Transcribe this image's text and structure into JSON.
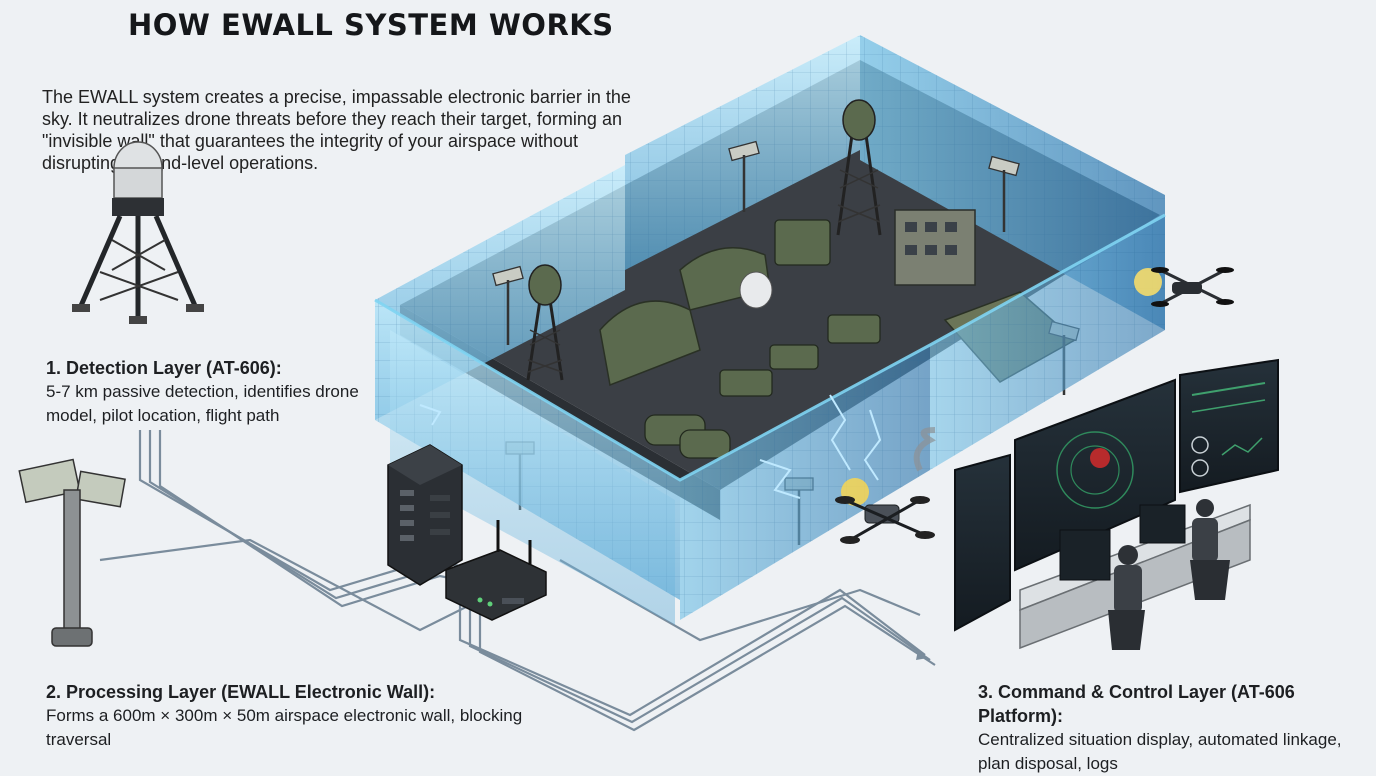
{
  "title": "HOW EWALL SYSTEM WORKS",
  "intro": "The EWALL system creates a precise, impassable electronic barrier in the sky. It neutralizes drone threats before they reach their target, forming an \"invisible wall\" that guarantees the integrity of your airspace without disrupting ground-level operations.",
  "layers": [
    {
      "heading": "1. Detection Layer (AT-606):",
      "description": "5-7 km passive detection, identifies drone model, pilot location, flight path"
    },
    {
      "heading": "2. Processing Layer (EWALL Electronic Wall):",
      "description": "Forms a 600m × 300m × 50m airspace electronic wall, blocking traversal"
    },
    {
      "heading": "3. Command & Control Layer (AT-606 Platform):",
      "description": "Centralized situation display, automated linkage, plan disposal, logs"
    }
  ],
  "colors": {
    "wall_glow": "#7fd4f2",
    "wall_fill": "#9fd6ee",
    "ground": "#3b3f45",
    "vehicle_green": "#5b6a4e",
    "cable": "#7a8c9c",
    "radar_red": "#d22b2b",
    "screen_green": "#2f8a5c"
  },
  "icons": [
    "radar-tower-icon",
    "panel-antenna-icon",
    "server-rack-icon",
    "router-icon",
    "drone-icon",
    "operator-console-icon"
  ]
}
